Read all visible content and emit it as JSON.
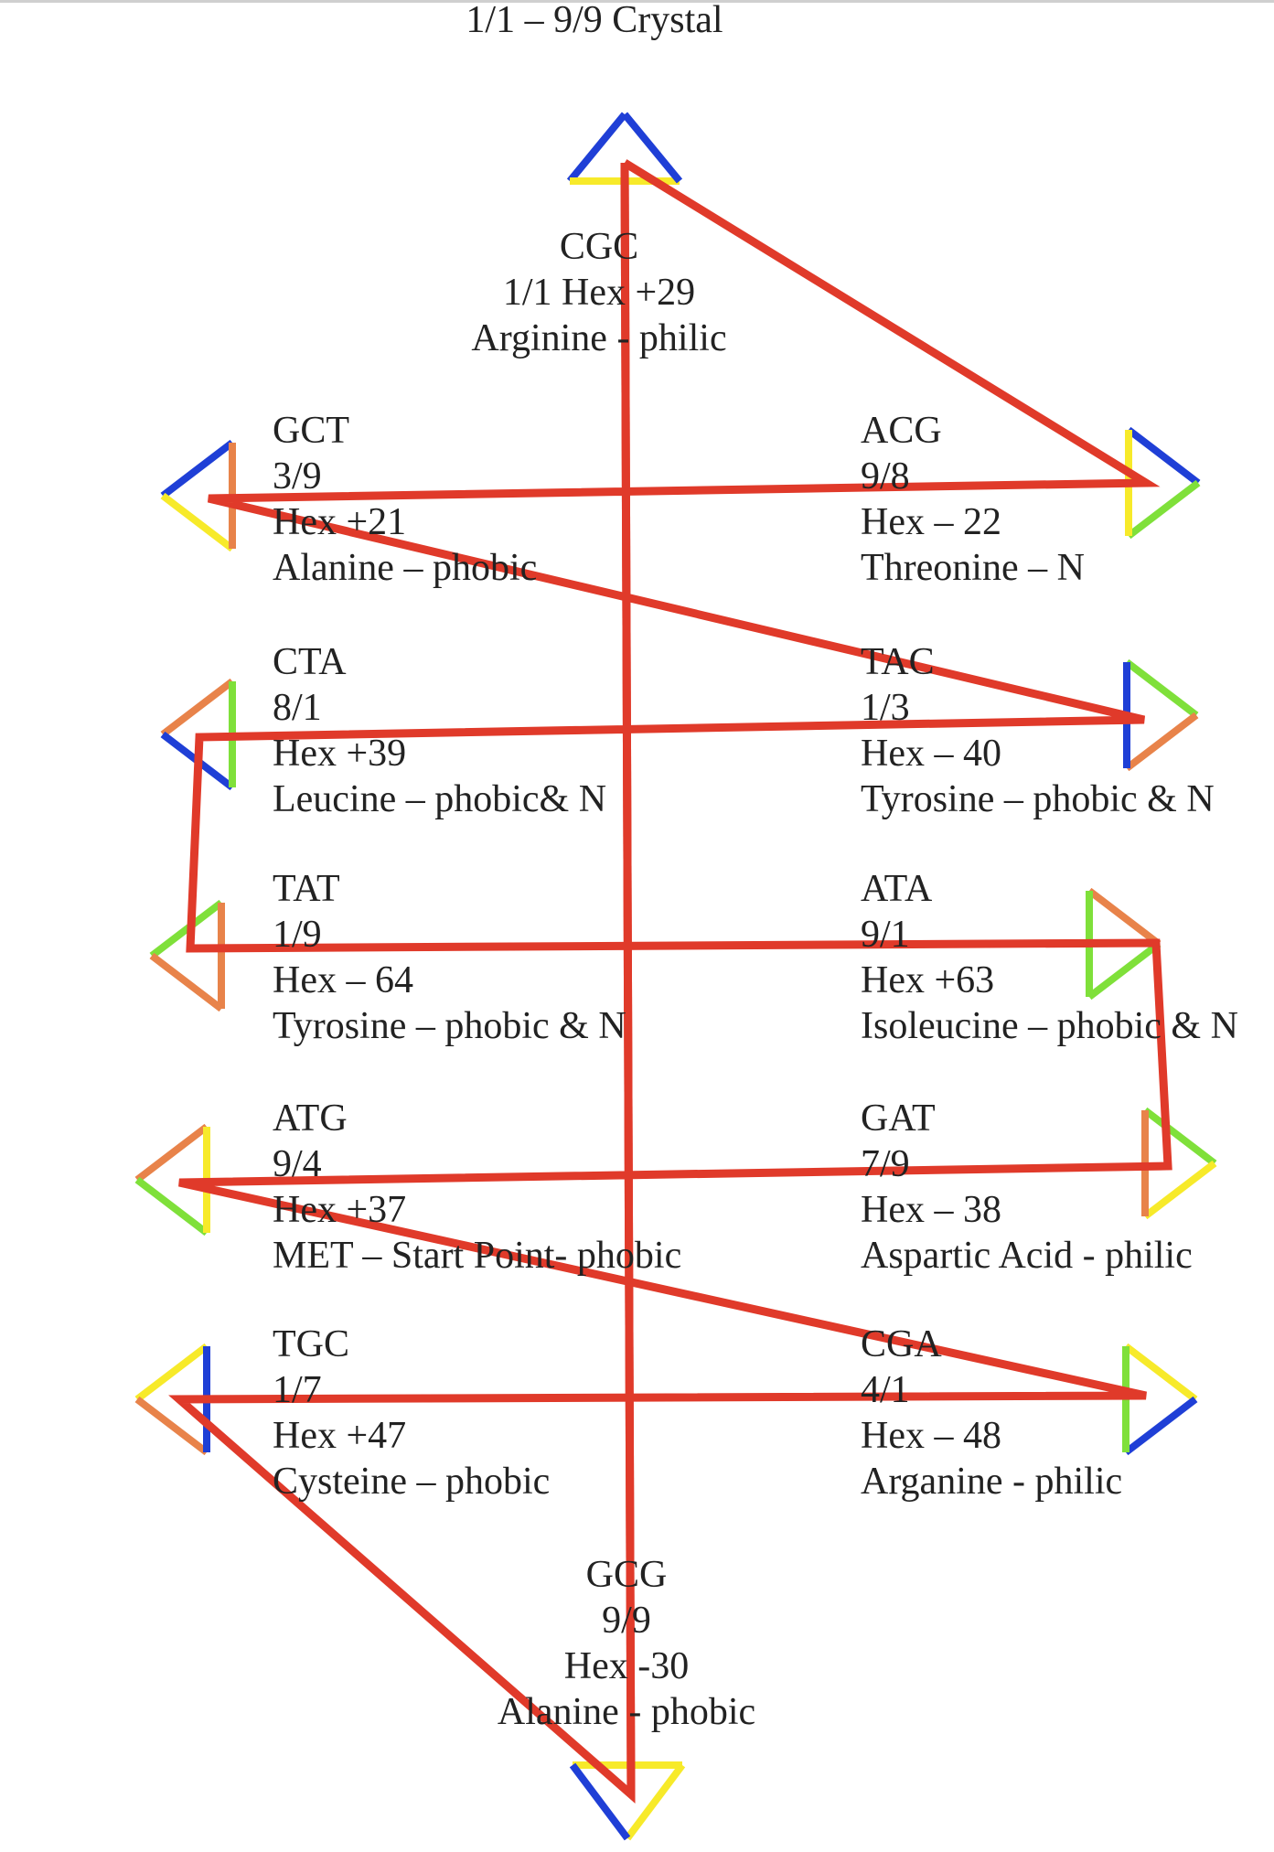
{
  "title": "1/1 – 9/9 Crystal",
  "colors": {
    "path": "#e03a2a",
    "blue": "#1f3fd6",
    "yellow": "#f7ea2a",
    "green": "#7fe03a",
    "orange": "#e8834a"
  },
  "codons": {
    "top": {
      "codon": "CGC",
      "ratio": "1/1",
      "hex": "Hex +29",
      "amino": "Arginine - philic"
    },
    "left1": {
      "codon": "GCT",
      "ratio": "3/9",
      "hex": "Hex +21",
      "amino": "Alanine – phobic"
    },
    "right1": {
      "codon": "ACG",
      "ratio": "9/8",
      "hex": "Hex – 22",
      "amino": "Threonine – N"
    },
    "left2": {
      "codon": "CTA",
      "ratio": "8/1",
      "hex": "Hex +39",
      "amino": "Leucine – phobic& N"
    },
    "right2": {
      "codon": "TAC",
      "ratio": "1/3",
      "hex": "Hex – 40",
      "amino": "Tyrosine – phobic & N"
    },
    "left3": {
      "codon": "TAT",
      "ratio": "1/9",
      "hex": "Hex – 64",
      "amino": "Tyrosine – phobic & N"
    },
    "right3": {
      "codon": "ATA",
      "ratio": "9/1",
      "hex": "Hex +63",
      "amino": "Isoleucine – phobic & N"
    },
    "left4": {
      "codon": "ATG",
      "ratio": "9/4",
      "hex": "Hex +37",
      "amino": "MET – Start Point- phobic"
    },
    "right4": {
      "codon": "GAT",
      "ratio": "7/9",
      "hex": "Hex – 38",
      "amino": "Aspartic Acid - philic"
    },
    "left5": {
      "codon": "TGC",
      "ratio": "1/7",
      "hex": "Hex +47",
      "amino": "Cysteine – phobic"
    },
    "right5": {
      "codon": "CGA",
      "ratio": "4/1",
      "hex": "Hex – 48",
      "amino": "Arganine - philic"
    },
    "bottom": {
      "codon": "GCG",
      "ratio": "9/9",
      "hex": "Hex -30",
      "amino": "Alanine - phobic"
    }
  },
  "triangles": [
    {
      "id": "top",
      "dir": "up",
      "edges": [
        "blue",
        "yellow",
        "blue"
      ]
    },
    {
      "id": "left1",
      "dir": "left",
      "edges": [
        "blue",
        "yellow",
        "orange"
      ]
    },
    {
      "id": "right1",
      "dir": "right",
      "edges": [
        "blue",
        "green",
        "yellow"
      ]
    },
    {
      "id": "left2",
      "dir": "left",
      "edges": [
        "orange",
        "blue",
        "green"
      ]
    },
    {
      "id": "right2",
      "dir": "right",
      "edges": [
        "green",
        "orange",
        "blue"
      ]
    },
    {
      "id": "left3",
      "dir": "left",
      "edges": [
        "green",
        "orange",
        "orange"
      ]
    },
    {
      "id": "right3",
      "dir": "right",
      "edges": [
        "orange",
        "green",
        "green"
      ]
    },
    {
      "id": "left4",
      "dir": "left",
      "edges": [
        "orange",
        "green",
        "yellow"
      ]
    },
    {
      "id": "right4",
      "dir": "right",
      "edges": [
        "green",
        "yellow",
        "orange"
      ]
    },
    {
      "id": "left5",
      "dir": "left",
      "edges": [
        "yellow",
        "orange",
        "blue"
      ]
    },
    {
      "id": "right5",
      "dir": "right",
      "edges": [
        "yellow",
        "blue",
        "green"
      ]
    },
    {
      "id": "bottom",
      "dir": "down",
      "edges": [
        "yellow",
        "yellow",
        "blue"
      ]
    }
  ],
  "path_order": [
    "top",
    "right1",
    "left1",
    "right2",
    "left2",
    "left3",
    "right3",
    "right4",
    "left4",
    "right5",
    "left5",
    "bottom",
    "top"
  ]
}
